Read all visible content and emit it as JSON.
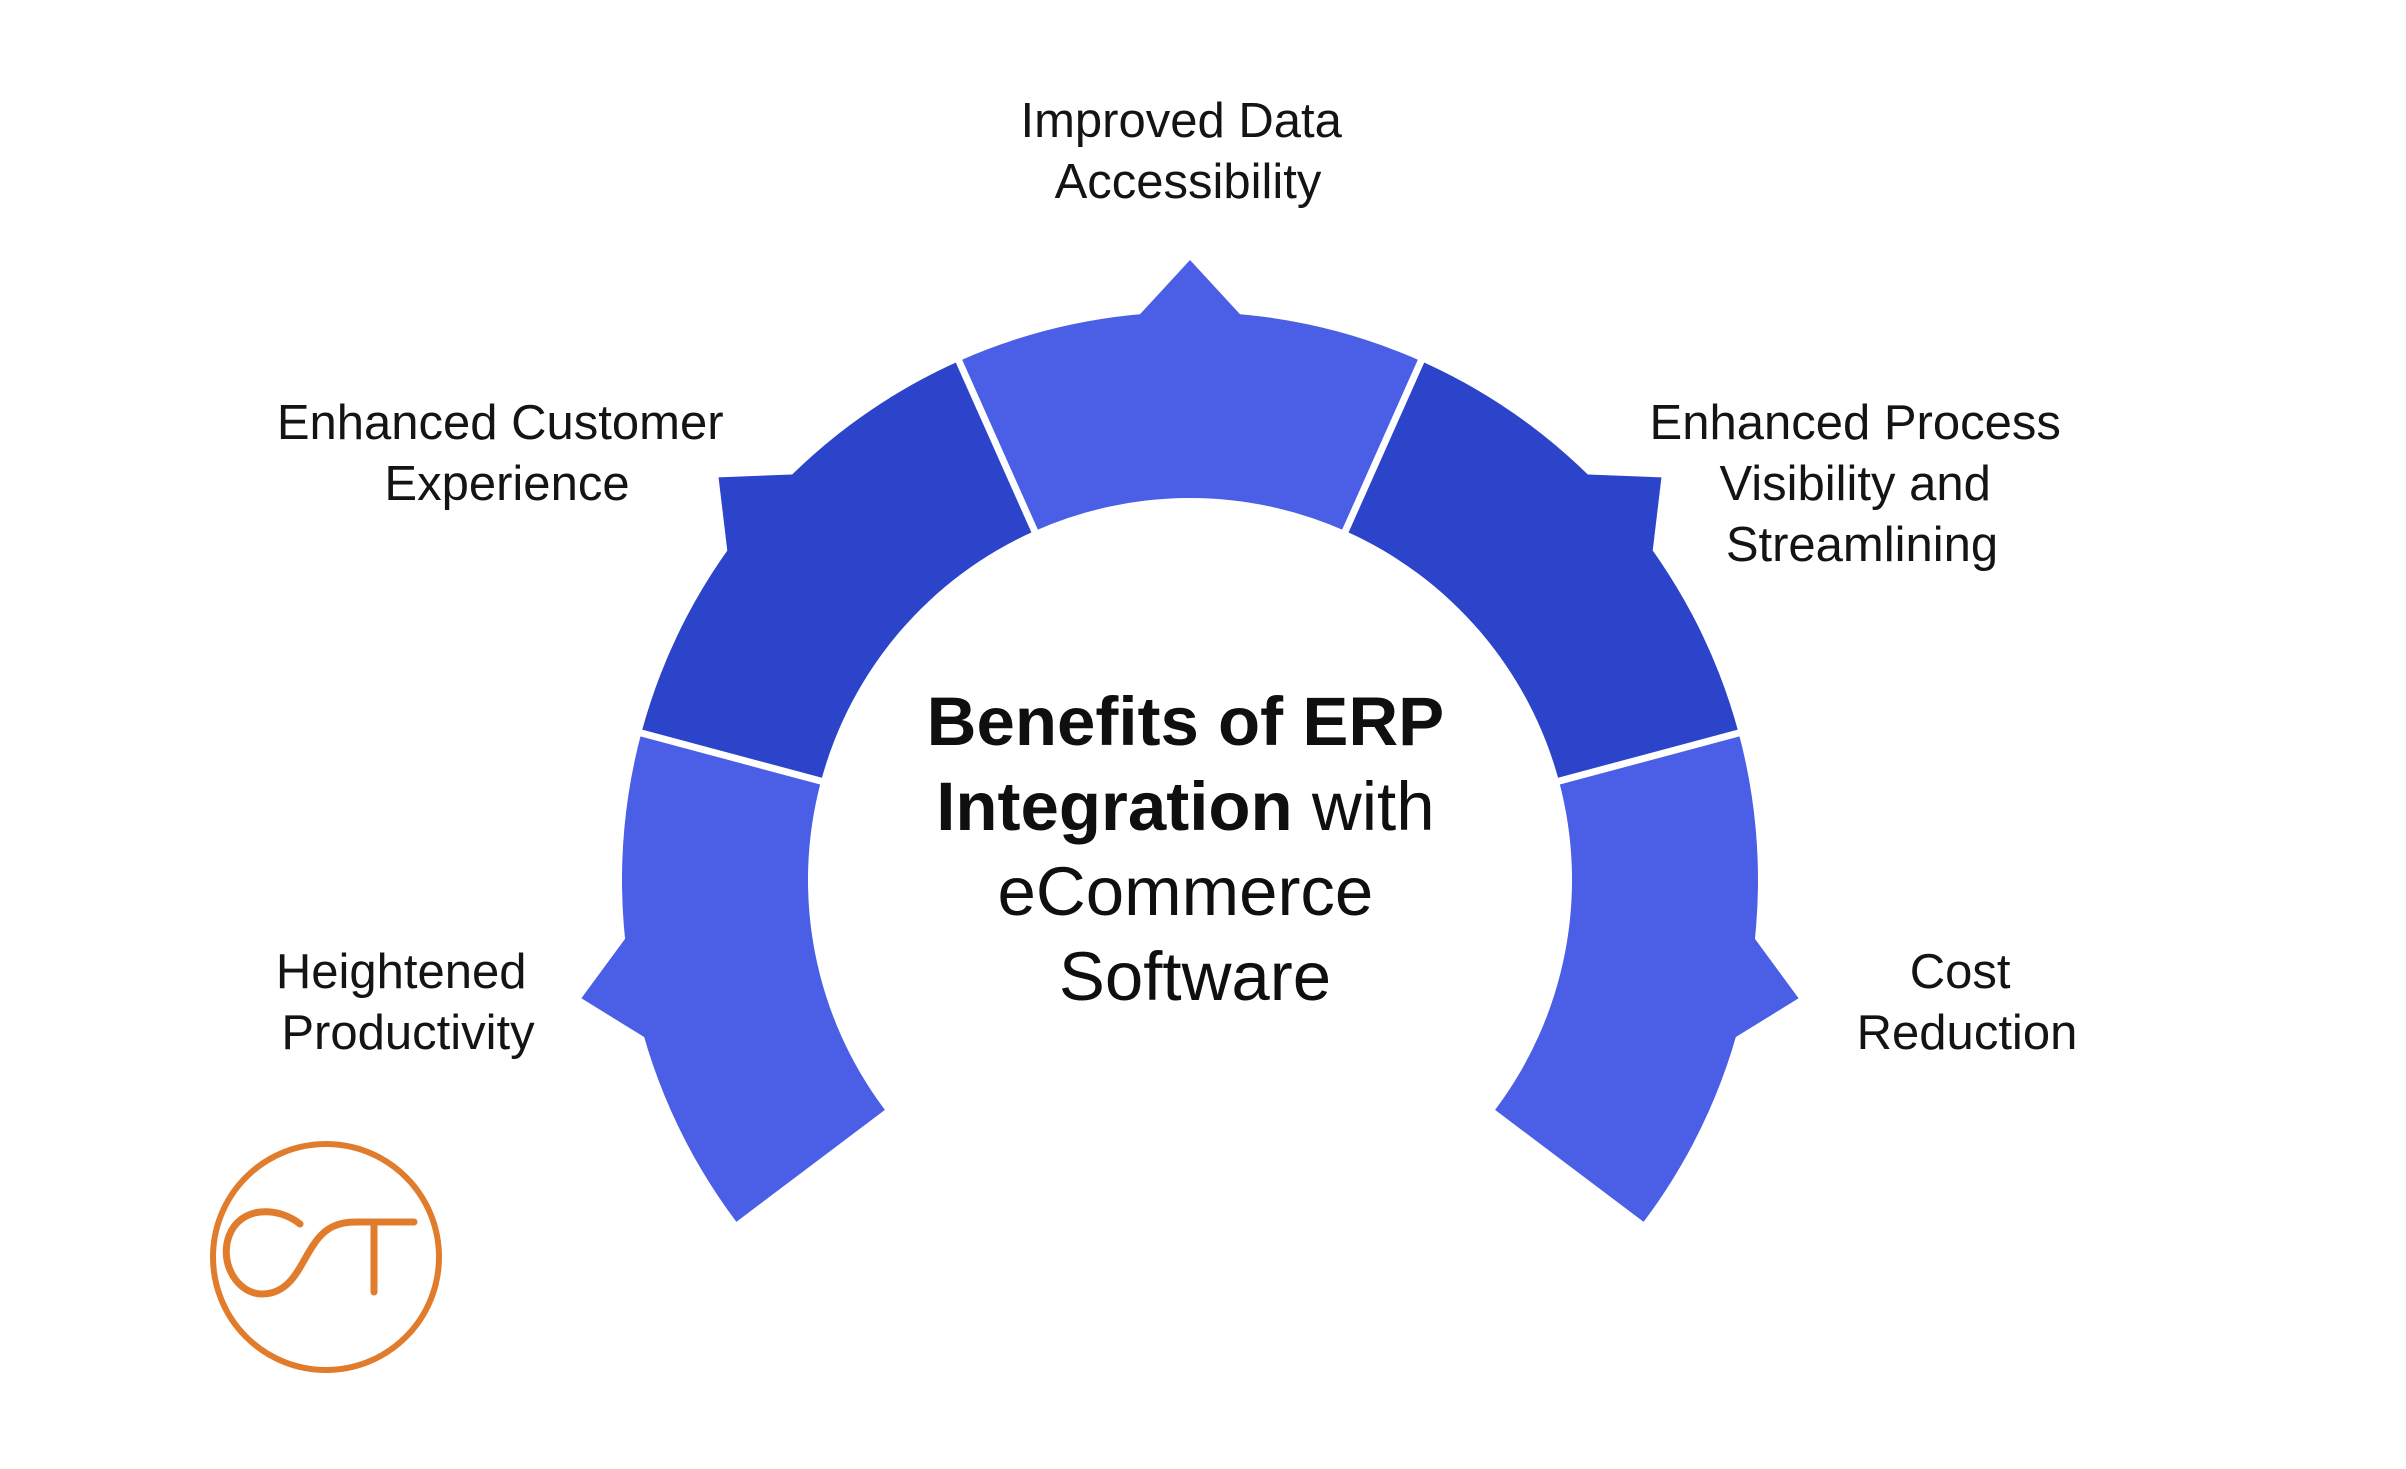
{
  "title": {
    "bold_line1": "Benefits of ERP",
    "bold_line2": "Integration",
    "normal_line2": " with",
    "line3": "eCommerce",
    "line4": "Software"
  },
  "benefits": [
    {
      "lines": [
        "Heightened",
        "Productivity"
      ]
    },
    {
      "lines": [
        "Enhanced Customer",
        "Experience"
      ]
    },
    {
      "lines": [
        "Improved Data",
        "Accessibility"
      ]
    },
    {
      "lines": [
        "Enhanced Process",
        "Visibility and",
        "Streamlining"
      ]
    },
    {
      "lines": [
        "Cost",
        "Reduction"
      ]
    }
  ],
  "logo": {
    "text": "CT"
  },
  "colors": {
    "segment_light": "#4b5fe6",
    "segment_dark": "#2b44c9",
    "logo_orange": "#e07c2c"
  }
}
